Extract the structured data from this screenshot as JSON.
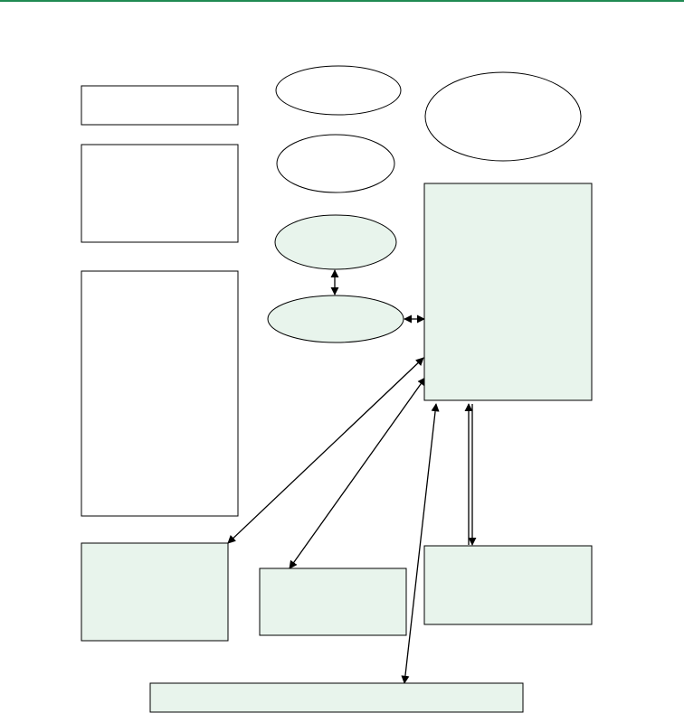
{
  "colors": {
    "header_rule": "#1f8a52",
    "fill_light": "#e8f4ec",
    "fill_none": "#ffffff",
    "stroke": "#000000"
  },
  "diagram": {
    "nodes": [
      {
        "id": "box-top-left",
        "shape": "rect",
        "label": "",
        "filled": false
      },
      {
        "id": "box-left-2",
        "shape": "rect",
        "label": "",
        "filled": false
      },
      {
        "id": "box-left-tall",
        "shape": "rect",
        "label": "",
        "filled": false
      },
      {
        "id": "box-bottom-left",
        "shape": "rect",
        "label": "",
        "filled": true
      },
      {
        "id": "box-bottom-middle",
        "shape": "rect",
        "label": "",
        "filled": true
      },
      {
        "id": "box-bottom-right",
        "shape": "rect",
        "label": "",
        "filled": true
      },
      {
        "id": "box-bottom-wide",
        "shape": "rect",
        "label": "",
        "filled": true
      },
      {
        "id": "box-right-large",
        "shape": "rect",
        "label": "",
        "filled": true
      },
      {
        "id": "ellipse-1",
        "shape": "ellipse",
        "label": "",
        "filled": false
      },
      {
        "id": "ellipse-2",
        "shape": "ellipse",
        "label": "",
        "filled": false
      },
      {
        "id": "ellipse-3",
        "shape": "ellipse",
        "label": "",
        "filled": true
      },
      {
        "id": "ellipse-4",
        "shape": "ellipse",
        "label": "",
        "filled": true
      },
      {
        "id": "ellipse-large",
        "shape": "ellipse",
        "label": "",
        "filled": false
      }
    ],
    "edges": [
      {
        "from": "ellipse-3",
        "to": "ellipse-4",
        "direction": "both"
      },
      {
        "from": "ellipse-4",
        "to": "box-right-large",
        "direction": "both"
      },
      {
        "from": "box-right-large",
        "to": "box-bottom-left",
        "direction": "both"
      },
      {
        "from": "box-right-large",
        "to": "box-bottom-middle",
        "direction": "both"
      },
      {
        "from": "box-right-large",
        "to": "box-bottom-wide",
        "direction": "both"
      },
      {
        "from": "box-right-large",
        "to": "box-bottom-right",
        "direction": "both"
      }
    ]
  }
}
